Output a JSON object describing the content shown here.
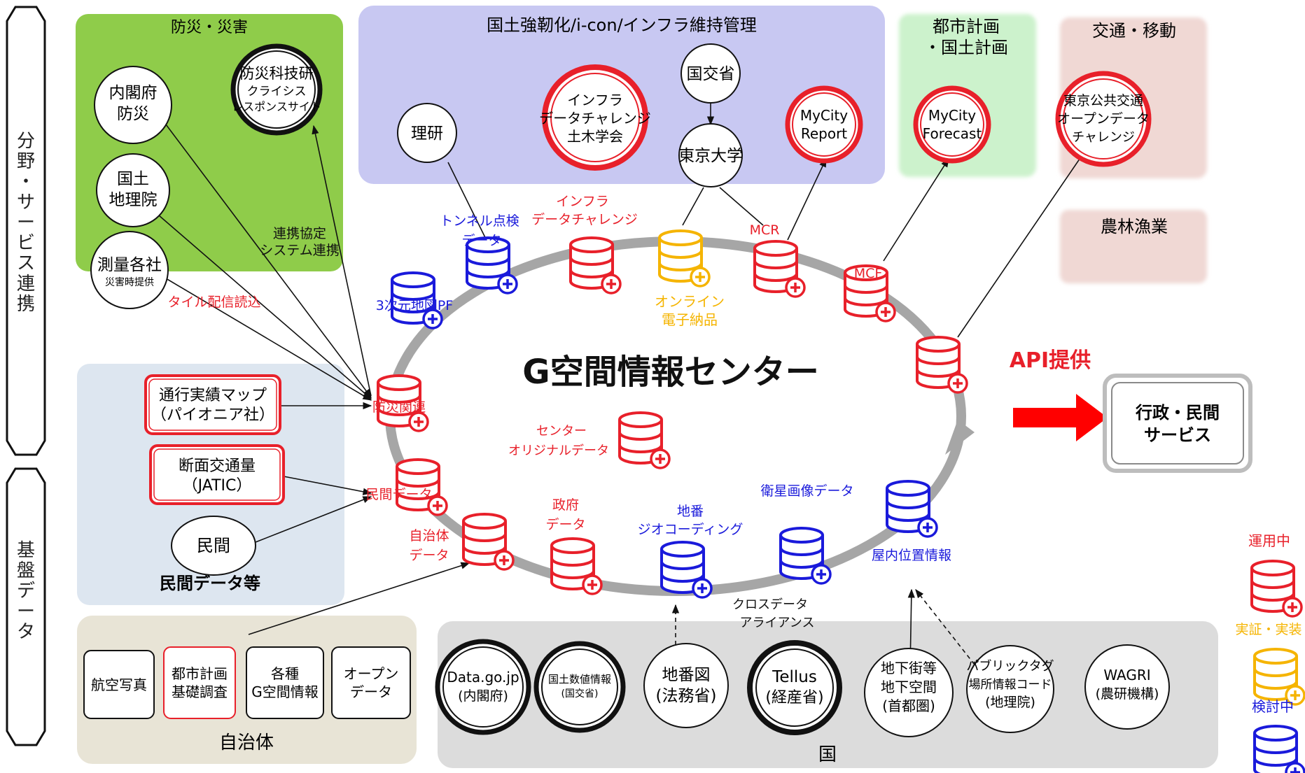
{
  "side_labels": {
    "top": "分野・サービス連携",
    "bottom": "基盤データ"
  },
  "panels": {
    "disaster": "防災・災害",
    "infra": "国土強靭化/i-con/インフラ維持管理",
    "urban": [
      "都市計画",
      "・国土計画"
    ],
    "transport": "交通・移動",
    "agri": "農林漁業",
    "private_data": "民間データ等",
    "municipal": "自治体",
    "national": "国"
  },
  "nodes": {
    "naikakufu_bousai": [
      "内閣府",
      "防災"
    ],
    "bousai_kagiken": [
      "防災科技研",
      "クライシス",
      "レスポンスサイト"
    ],
    "kokudo_chiriin": [
      "国土",
      "地理院"
    ],
    "sokuryo": [
      "測量各社",
      "災害時提供"
    ],
    "riken": [
      "理研"
    ],
    "infra_challenge_org": [
      "インフラ",
      "データチャレンジ",
      "土木学会"
    ],
    "mlit": [
      "国交省"
    ],
    "utokyo": [
      "東京大学"
    ],
    "mycity_report": [
      "MyCity",
      "Report"
    ],
    "mycity_forecast": [
      "MyCity",
      "Forecast"
    ],
    "tokyo_transit": [
      "東京公共交通",
      "オープンデータ",
      "チャレンジ"
    ],
    "tsuko_map": [
      "通行実績マップ",
      "（パイオニア社）"
    ],
    "danmen": [
      "断面交通量",
      "（JATIC）"
    ],
    "minkan": [
      "民間"
    ],
    "kouku": [
      "航空写真"
    ],
    "toshi_kiso": [
      "都市計画",
      "基礎調査"
    ],
    "kakushu_g": [
      "各種",
      "G空間情報"
    ],
    "open_data": [
      "オープン",
      "データ"
    ],
    "data_go_jp": [
      "Data.go.jp",
      "(内閣府)"
    ],
    "kokudo_suchi": [
      "国土数値情報",
      "(国交省)"
    ],
    "chiban_zu": [
      "地番図",
      "(法務省)"
    ],
    "tellus": [
      "Tellus",
      "(経産省)"
    ],
    "chika": [
      "地下街等",
      "地下空間",
      "(首都圏)"
    ],
    "public_tag": [
      "パブリックタグ",
      "場所情報コード",
      "(地理院)"
    ],
    "wagri": [
      "WAGRI",
      "(農研機構)"
    ],
    "gyosei": [
      "行政・民間",
      "サービス"
    ]
  },
  "center_title": "G空間情報センター",
  "api_label": "API提供",
  "db_labels": {
    "tunnel": [
      "トンネル点検",
      "データ"
    ],
    "infra_challenge": [
      "インフラ",
      "データチャレンジ"
    ],
    "online": [
      "オンライン",
      "電子納品"
    ],
    "mcr": "MCR",
    "mcf": "MCF",
    "sanjigen": "3次元地図PF",
    "bousai_kanren": "防災関連",
    "minkan_data": "民間データ",
    "center_original": [
      "センター",
      "オリジナルデータ"
    ],
    "jichitai_data": [
      "自治体",
      "データ"
    ],
    "seifu_data": [
      "政府",
      "データ"
    ],
    "chiban_geo": [
      "地番",
      "ジオコーディング"
    ],
    "eisei": "衛星画像データ",
    "okunai": "屋内位置情報",
    "cross_data": [
      "クロスデータ",
      "アライアンス"
    ]
  },
  "edge_labels": {
    "renkei": [
      "連携協定",
      "システム連携"
    ],
    "tile": "タイル配信読込"
  },
  "legend": {
    "operating": "運用中",
    "demo": "実証・実装",
    "review": "検討中"
  },
  "colors": {
    "operating": "#e8202a",
    "demo": "#f5b400",
    "review": "#1a1adb",
    "disaster_bg": "#8fcc4a",
    "infra_bg": "#c8c8f2",
    "urban_bg": "#ccf2cc",
    "transport_bg": "#f0d8d4",
    "private_bg": "#dde6f0",
    "municipal_bg": "#e8e4d6",
    "national_bg": "#dcdcdc",
    "ring": "#a6a6a6",
    "arrow": "#ff0000"
  }
}
